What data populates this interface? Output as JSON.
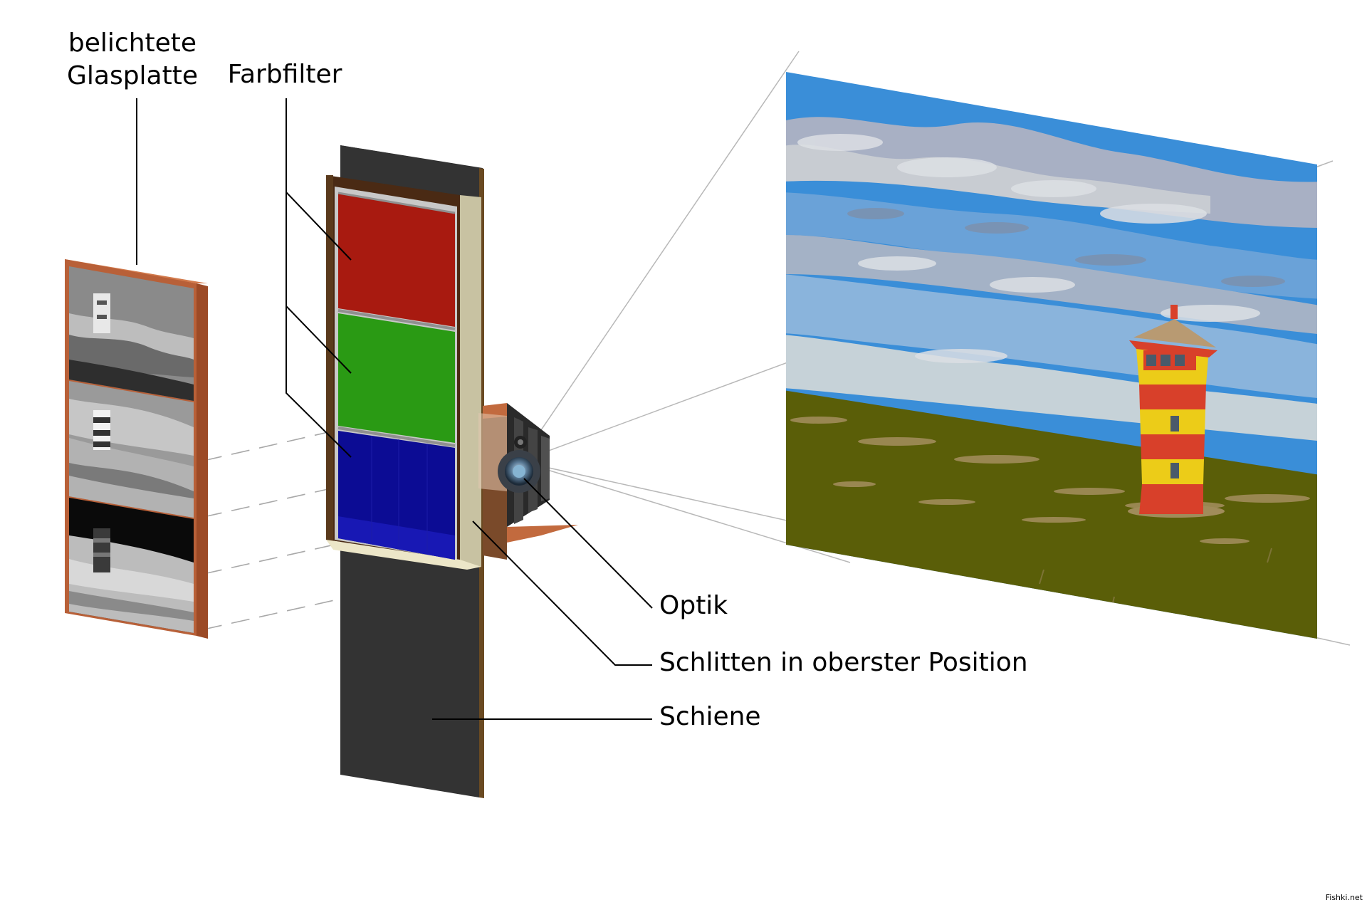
{
  "labels": {
    "glass_plate_line1": "belichtete",
    "glass_plate_line2": "Glasplatte",
    "color_filter": "Farbfilter",
    "optics": "Optik",
    "sled": "Schlitten in oberster Position",
    "rail": "Schiene"
  },
  "watermark": "Fishki.net",
  "colors": {
    "filter_red": "#a81a10",
    "filter_green": "#2a9a14",
    "filter_blue": "#0c0c94",
    "rail": "#333333",
    "plate_frame": "#b86038",
    "sled_frame": "#c8c2a2",
    "sky": "#3a8ed8",
    "grass": "#5a5e08",
    "tower_red": "#d8402a",
    "tower_yellow": "#eccc18"
  },
  "icons": [
    "camera-lens-icon",
    "lighthouse-icon"
  ]
}
